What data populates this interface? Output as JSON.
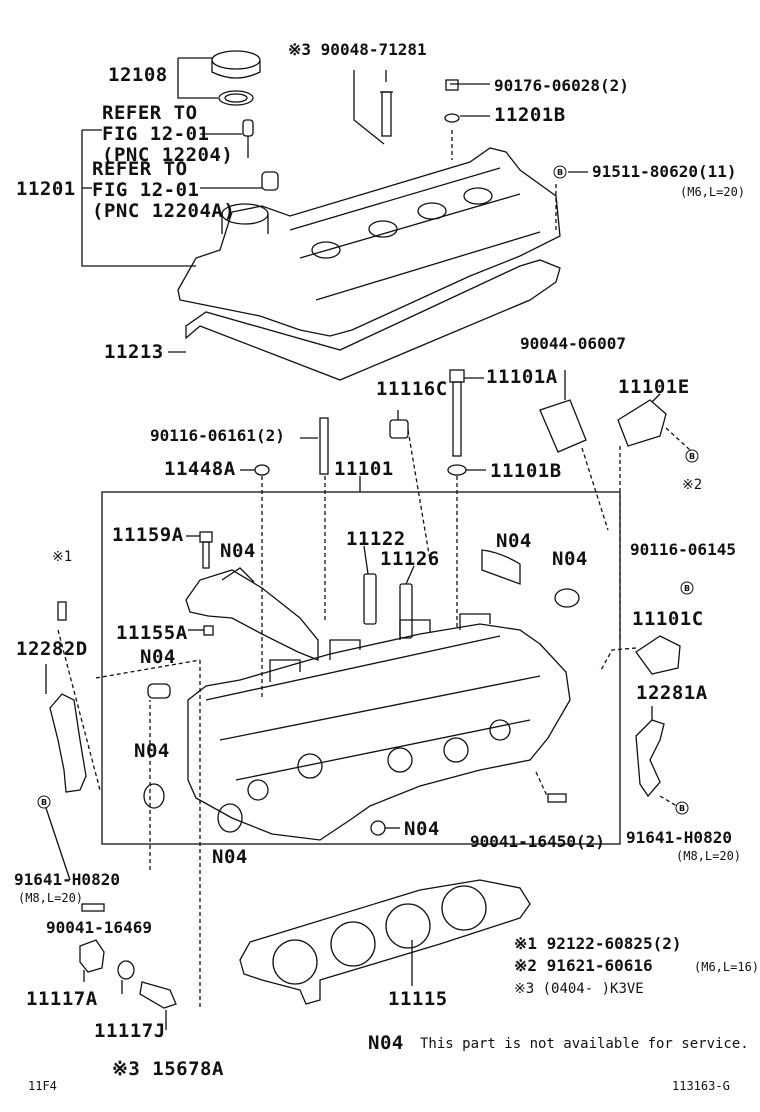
{
  "labels": {
    "p12108": "12108",
    "refer1_line1": "REFER TO",
    "refer1_line2": "FIG 12-01",
    "refer1_line3": "(PNC 12204)",
    "refer2_line1": "REFER TO",
    "refer2_line2": "FIG 12-01",
    "refer2_line3": "(PNC 12204A)",
    "p11201": "11201",
    "p90048": "※3 90048-71281",
    "p90176": "90176-06028(2)",
    "p11201B": "11201B",
    "p91511": "91511-80620(11)",
    "p91511_spec": "(M6,L=20)",
    "p11213": "11213",
    "p90044": "90044-06007",
    "p11116C": "11116C",
    "p11101A": "11101A",
    "p11101E": "11101E",
    "p90116_06161": "90116-06161(2)",
    "p11448A": "11448A",
    "p11101": "11101",
    "p11101B": "11101B",
    "note_x2": "※2",
    "p11159A": "11159A",
    "n04_a": "N04",
    "p11122": "11122",
    "p11126": "11126",
    "n04_b": "N04",
    "n04_c": "N04",
    "p90116_06145": "90116-06145",
    "note_x1": "※1",
    "p12282D": "12282D",
    "p11155A": "11155A",
    "n04_d": "N04",
    "p11101C": "11101C",
    "p12281A": "12281A",
    "n04_e": "N04",
    "n04_f": "N04",
    "n04_g": "N04",
    "p90041_16450": "90041-16450(2)",
    "p91641_left": "91641-H0820",
    "p91641_left_spec": "(M8,L=20)",
    "p91641_right": "91641-H0820",
    "p91641_right_spec": "(M8,L=20)",
    "p90041_16469": "90041-16469",
    "note1": "※1 92122-60825(2)",
    "note2": "※2 91621-60616",
    "note2_spec": "(M6,L=16)",
    "note3": "※3 (0404-    )K3VE",
    "p11117A": "11117A",
    "p11117J": "11117J",
    "p11115": "11115",
    "p15678A": "※3 15678A",
    "legend_code": "N04",
    "legend_text": "This part is not available for service.",
    "footer_left": "11F4",
    "footer_right": "113163-G",
    "circle_b": "B"
  }
}
